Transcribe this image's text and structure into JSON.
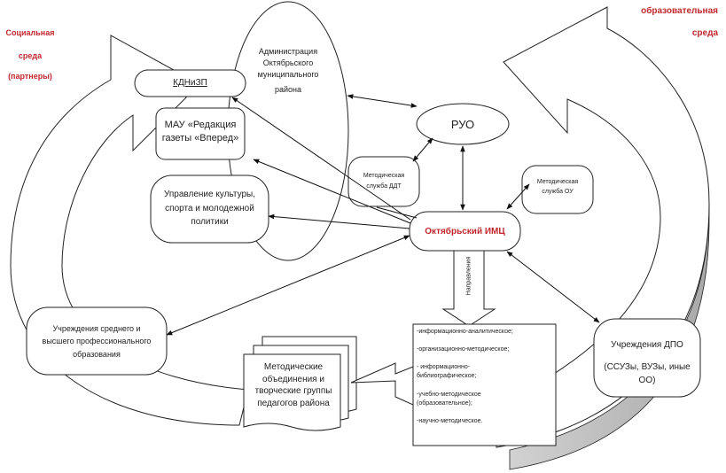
{
  "corner": {
    "left_line1": "Социальная",
    "left_line2": "среда",
    "left_line3": "(партнеры)",
    "right_line1": "образовательная",
    "right_line2": "среда"
  },
  "nodes": {
    "kdnizp": "КДНиЗП",
    "administration": [
      "Администрация",
      "Октябрьского",
      "муниципального",
      "района"
    ],
    "mau": [
      "МАУ «Редакция",
      "газеты «Вперед»"
    ],
    "culture": [
      "Управление культуры,",
      "спорта и молодежной",
      "политики"
    ],
    "ruo": "РУО",
    "ddt": [
      "Методическая",
      "служба ДДТ"
    ],
    "ou": [
      "Методическая",
      "служба ОУ"
    ],
    "imc": "Октябрьский ИМЦ",
    "arrow_label": "Направления",
    "higher_ed": [
      "Учреждения среднего и",
      "высшего профессионального",
      "образования"
    ],
    "dpo": [
      "Учреждения ДПО",
      "(ССУЗы, ВУЗы, иные",
      "ОО)"
    ],
    "methodical": [
      "Методические",
      "объединения и",
      "творческие группы",
      "педагогов района"
    ],
    "directions": [
      "-информационно-аналитическое;",
      "-организационно-методическое;",
      "- информационно-",
      "библиографическое;",
      "-учебно-методическое",
      "(образовательное);",
      "-научно-методическое."
    ]
  }
}
